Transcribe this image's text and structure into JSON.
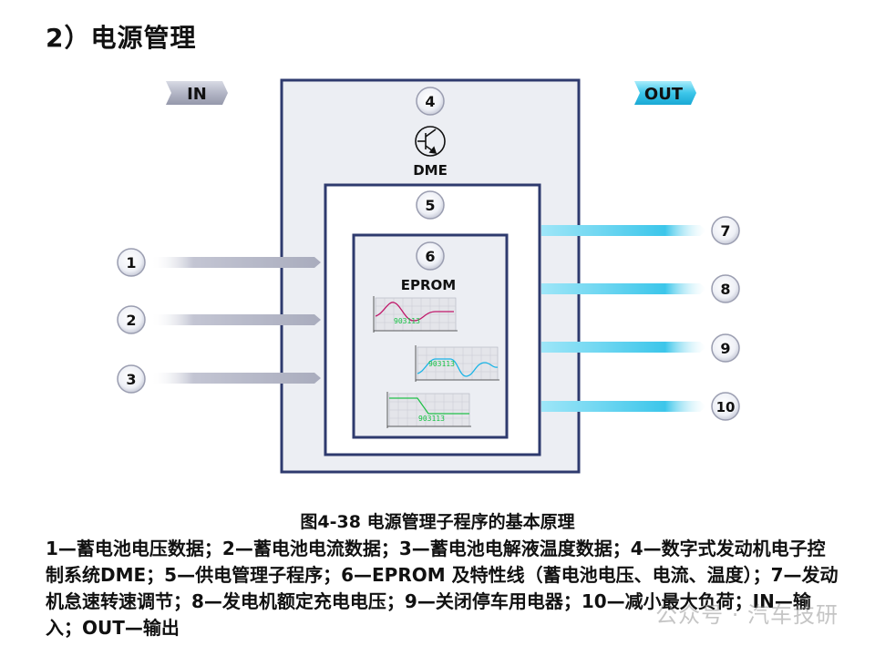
{
  "section_title": "2）电源管理",
  "labels": {
    "in": "IN",
    "out": "OUT",
    "dme": "DME",
    "eprom": "EPROM"
  },
  "badges": {
    "n4": "4",
    "n5": "5",
    "n6": "6",
    "inputs": [
      "1",
      "2",
      "3"
    ],
    "outputs": [
      "7",
      "8",
      "9",
      "10"
    ]
  },
  "mini_charts": {
    "code_label": "903113"
  },
  "caption": "图4-38  电源管理子程序的基本原理",
  "legend": "1—蓄电池电压数据；2—蓄电池电流数据；3—蓄电池电解液温度数据；4—数字式发动机电子控制系统DME；5—供电管理子程序；6—EPROM 及特性线（蓄电池电压、电流、温度）；7—发动机怠速转速调节；8—发电机额定充电电压；9—关闭停车用电器；10—减小最大负荷；IN—输入；OUT—输出",
  "watermark": "公众号 · 汽车技研",
  "colors": {
    "frame": "#2e3a6e",
    "input_arrow": "#b5b8c8",
    "output_arrow": "#3cc6ea",
    "box_fill": "#eceef3"
  }
}
